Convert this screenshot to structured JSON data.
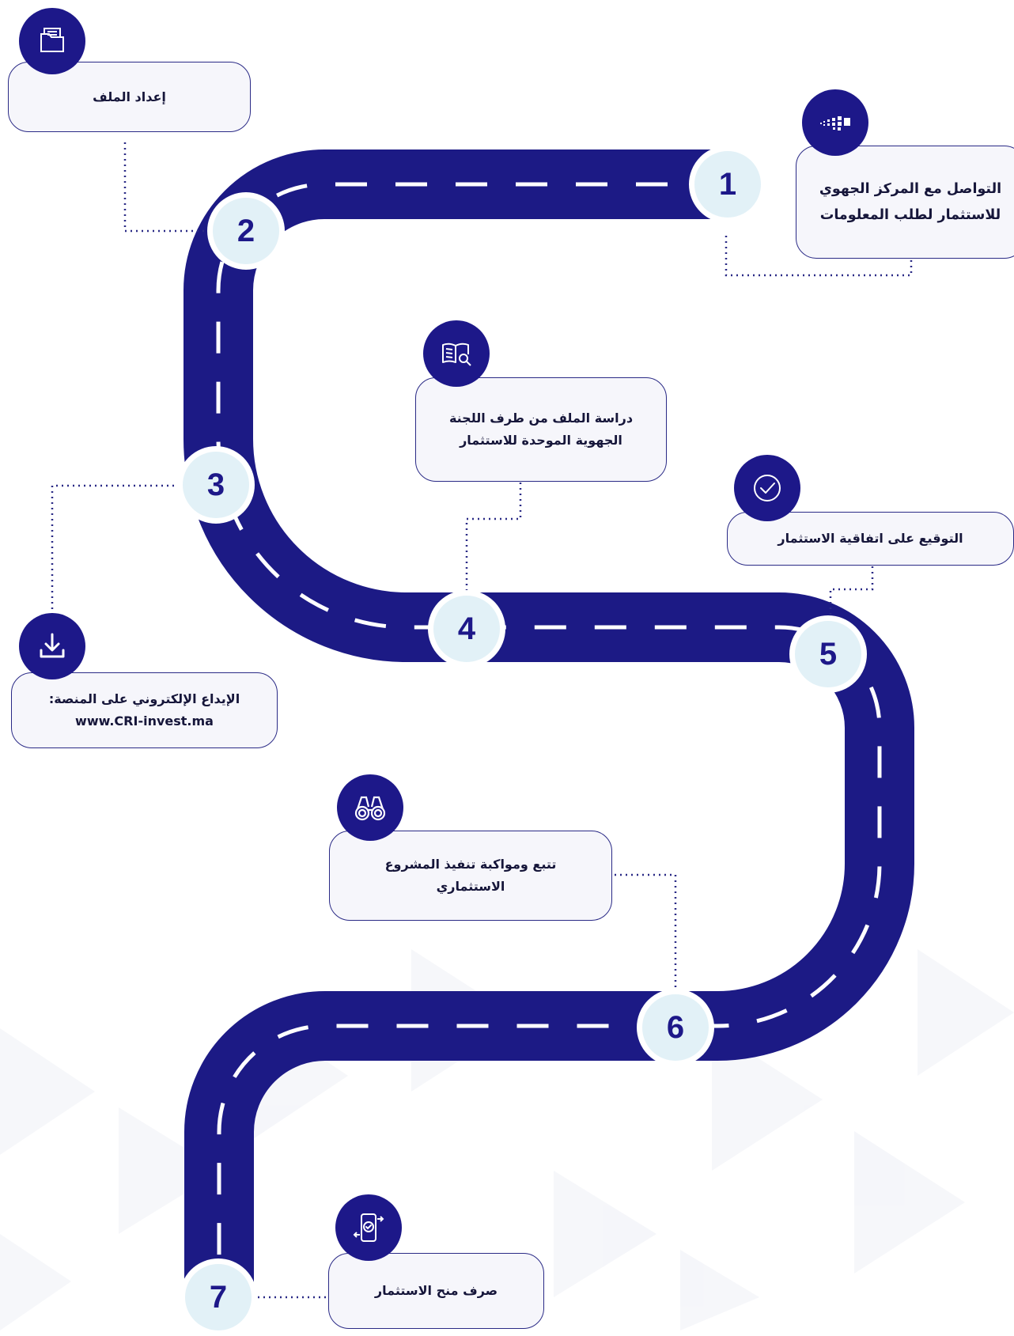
{
  "colors": {
    "road": "#1c1a85",
    "road_dash": "#ffffff",
    "circle_fill": "#e2f1f7",
    "box_fill": "#f6f6fb",
    "box_border": "#2a2a86",
    "connector": "#2a2a86"
  },
  "steps": [
    {
      "number": "1",
      "lines": [
        "التواصل مع المركز الجهوي",
        "للاستثمار لطلب المعلومات"
      ],
      "icon": "pixel-dots-icon"
    },
    {
      "number": "2",
      "lines": [
        "إعداد الملف"
      ],
      "icon": "folder-icon"
    },
    {
      "number": "3",
      "lines": [
        "الإيداع الإلكتروني على المنصة:",
        "www.CRI-invest.ma"
      ],
      "icon": "download-icon"
    },
    {
      "number": "4",
      "lines": [
        "دراسة الملف من طرف اللجنة",
        "الجهوية الموحدة للاستثمار"
      ],
      "icon": "book-search-icon"
    },
    {
      "number": "5",
      "lines": [
        "التوقيع على اتفاقية الاستثمار"
      ],
      "icon": "check-circle-icon"
    },
    {
      "number": "6",
      "lines": [
        "تتبع ومواكبة تنفيذ  المشروع",
        "الاستثماري"
      ],
      "icon": "binoculars-icon"
    },
    {
      "number": "7",
      "lines": [
        "صرف منح الاستثمار"
      ],
      "icon": "mobile-payment-icon"
    }
  ]
}
